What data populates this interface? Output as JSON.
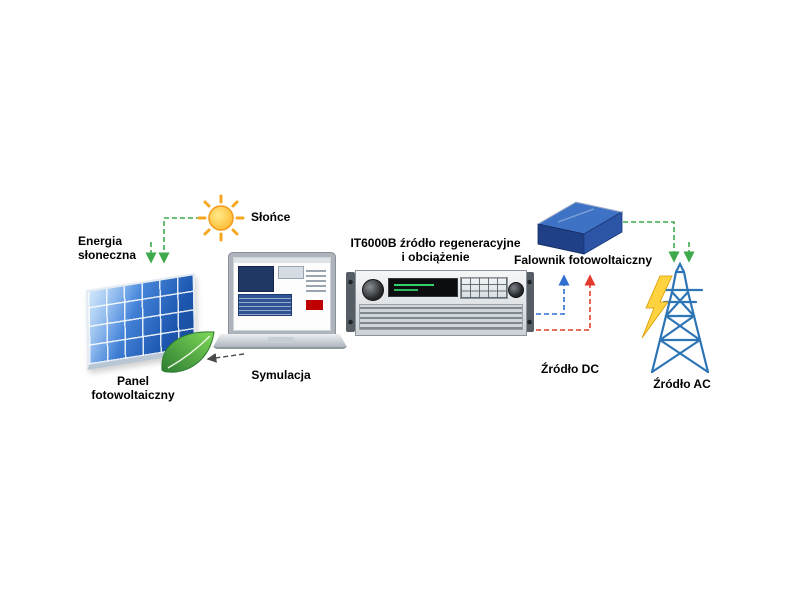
{
  "diagram": {
    "sun_label": "Słońce",
    "solar_energy": {
      "line1": "Energia",
      "line2": "słoneczna"
    },
    "panel": {
      "line1": "Panel",
      "line2": "fotowoltaiczny"
    },
    "simulation_label": "Symulacja",
    "device": {
      "line1": "IT6000B źródło regeneracyjne",
      "line2": "i obciążenie"
    },
    "inverter_label": "Falownik fotowoltaiczny",
    "dc_label": "Źródło DC",
    "ac_label": "Źródło AC"
  },
  "colors": {
    "arrow_green": "#3faa4c",
    "arrow_red": "#e23b2e",
    "arrow_blue": "#2e6fd0",
    "arrow_gray": "#4a4a4a",
    "sun_yellow": "#ffcc33",
    "panel_blue": "#2d6fd0",
    "inverter_blue": "#1f3f86",
    "tower_blue": "#2e75b6",
    "bolt_yellow": "#ffd23f"
  }
}
